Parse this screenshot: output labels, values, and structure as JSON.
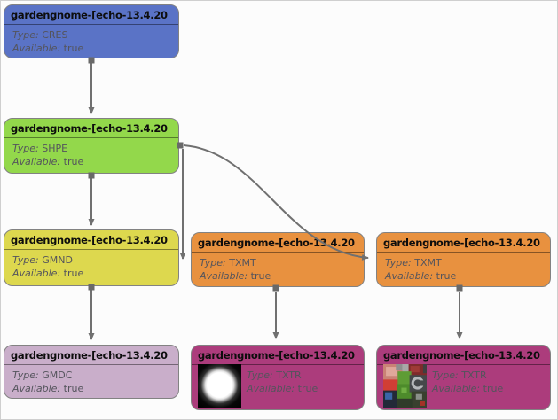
{
  "labels": {
    "type": "Type:",
    "available": "Available:"
  },
  "nodes": [
    {
      "id": "cres",
      "title": "gardengnome-[echo-13.4.20",
      "type": "CRES",
      "available": "true",
      "color": "#5a73c6"
    },
    {
      "id": "shpe",
      "title": "gardengnome-[echo-13.4.20",
      "type": "SHPE",
      "available": "true",
      "color": "#93d84b"
    },
    {
      "id": "gmnd",
      "title": "gardengnome-[echo-13.4.20",
      "type": "GMND",
      "available": "true",
      "color": "#ddd84e"
    },
    {
      "id": "gmdc",
      "title": "gardengnome-[echo-13.4.20",
      "type": "GMDC",
      "available": "true",
      "color": "#c9aeca"
    },
    {
      "id": "txmt-middle",
      "title": "gardengnome-[echo-13.4.20",
      "type": "TXMT",
      "available": "true",
      "color": "#e8913f"
    },
    {
      "id": "txmt-right",
      "title": "gardengnome-[echo-13.4.20",
      "type": "TXMT",
      "available": "true",
      "color": "#e8913f"
    },
    {
      "id": "txtr-middle",
      "title": "gardengnome-[echo-13.4.20",
      "type": "TXTR",
      "available": "true",
      "color": "#ac3c7c",
      "thumbnail": "glow-sphere-texture"
    },
    {
      "id": "txtr-right",
      "title": "gardengnome-[echo-13.4.20",
      "type": "TXTR",
      "available": "true",
      "color": "#ac3c7c",
      "thumbnail": "gnome-color-texture"
    }
  ],
  "edges": [
    {
      "from": "cres",
      "to": "shpe"
    },
    {
      "from": "shpe",
      "to": "gmnd"
    },
    {
      "from": "gmnd",
      "to": "gmdc"
    },
    {
      "from": "shpe",
      "to": "txmt-middle"
    },
    {
      "from": "shpe",
      "to": "txmt-right"
    },
    {
      "from": "txmt-middle",
      "to": "txtr-middle"
    },
    {
      "from": "txmt-right",
      "to": "txtr-right"
    }
  ],
  "edge_color": "#707070"
}
